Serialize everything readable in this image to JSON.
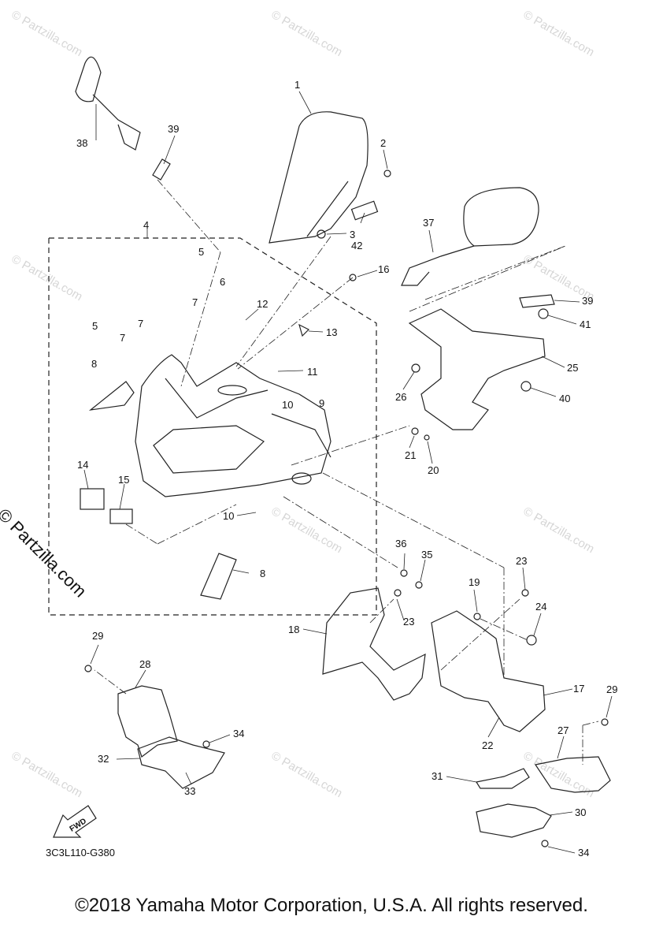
{
  "watermark": {
    "text": "© Partzilla.com"
  },
  "side_watermark": {
    "text": "© Partzilla.com"
  },
  "diagram": {
    "ref_code": "3C3L110-G380",
    "fwd_label": "FWD",
    "callouts": [
      "1",
      "2",
      "3",
      "4",
      "5",
      "6",
      "7",
      "5",
      "7",
      "7",
      "8",
      "9",
      "10",
      "10",
      "11",
      "12",
      "13",
      "14",
      "15",
      "16",
      "8",
      "17",
      "18",
      "19",
      "20",
      "21",
      "22",
      "23",
      "23",
      "24",
      "25",
      "26",
      "27",
      "28",
      "29",
      "29",
      "30",
      "31",
      "32",
      "33",
      "34",
      "34",
      "35",
      "36",
      "37",
      "38",
      "39",
      "39",
      "40",
      "41",
      "42"
    ]
  },
  "footer": {
    "copyright": "©2018  Yamaha Motor Corporation, U.S.A. All rights reserved."
  }
}
